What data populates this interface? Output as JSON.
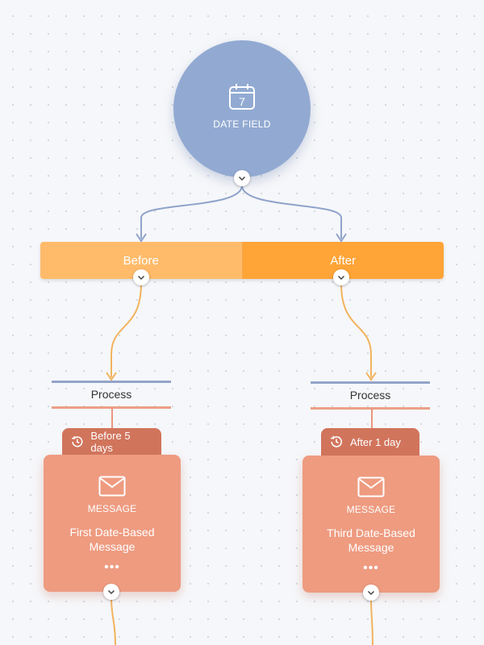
{
  "trigger": {
    "icon": "calendar-icon",
    "calendar_day": "7",
    "label": "DATE FIELD",
    "color": "#92aad2"
  },
  "split": {
    "before_label": "Before",
    "after_label": "After",
    "before_color": "#ffbb6a",
    "after_color": "#ffa437"
  },
  "branches": [
    {
      "process_label": "Process",
      "delay_icon": "history-clock-icon",
      "delay_label": "Before 5 days",
      "card_icon": "envelope-icon",
      "card_type": "MESSAGE",
      "card_title": "First Date-Based Message",
      "more": "•••"
    },
    {
      "process_label": "Process",
      "delay_icon": "history-clock-icon",
      "delay_label": "After 1 day",
      "card_icon": "envelope-icon",
      "card_type": "MESSAGE",
      "card_title": "Third Date-Based Message",
      "more": "•••"
    }
  ],
  "colors": {
    "wire_blue": "#8fa3cb",
    "wire_orange": "#f2b35e",
    "card": "#ee9b80",
    "tab": "#d1745c"
  }
}
